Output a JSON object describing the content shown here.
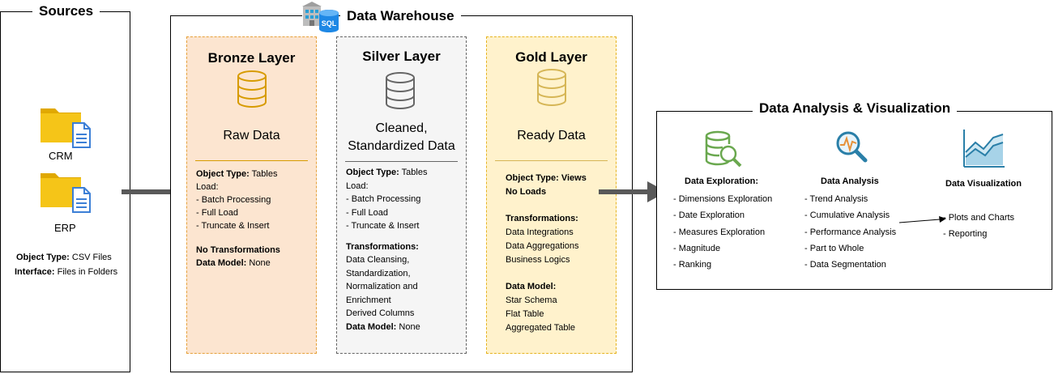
{
  "sources": {
    "title": "Sources",
    "items": [
      {
        "label": "CRM",
        "icon": "folder-document-icon"
      },
      {
        "label": "ERP",
        "icon": "folder-document-icon"
      }
    ],
    "object_type_label": "Object Type:",
    "object_type_value": "CSV Files",
    "interface_label": "Interface:",
    "interface_value": "Files in Folders"
  },
  "warehouse": {
    "title": "Data Warehouse",
    "badge": "SQL",
    "layers": [
      {
        "title": "Bronze Layer",
        "subtitle": "Raw Data",
        "object_type_label": "Object Type:",
        "object_type_value": "Tables",
        "load_label": "Load:",
        "load_items": [
          "- Batch Processing",
          "- Full Load",
          "- Truncate & Insert"
        ],
        "no_transformations": "No Transformations",
        "data_model_label": "Data Model:",
        "data_model_value": "None",
        "fill": "#fce5d0",
        "border": "#e6a23c",
        "icon_color": "#d79b00"
      },
      {
        "title": "Silver Layer",
        "subtitle_line1": "Cleaned,",
        "subtitle_line2": "Standardized Data",
        "object_type_label": "Object Type:",
        "object_type_value": "Tables",
        "load_label": "Load:",
        "load_items": [
          "- Batch Processing",
          "- Full Load",
          "- Truncate & Insert"
        ],
        "transformations_label": "Transformations:",
        "transformation_items": [
          "Data Cleansing,",
          "Standardization,",
          "Normalization and",
          "Enrichment",
          "Derived Columns"
        ],
        "data_model_label": "Data Model:",
        "data_model_value": "None",
        "fill": "#f5f5f5",
        "border": "#666666",
        "icon_color": "#666666"
      },
      {
        "title": "Gold Layer",
        "subtitle": "Ready Data",
        "object_type_label": "Object Type: Views",
        "loads": "No Loads",
        "transformations_label": "Transformations:",
        "transformation_items": [
          "Data Integrations",
          "Data Aggregations",
          "Business Logics"
        ],
        "data_model_label": "Data Model:",
        "data_model_items": [
          "Star Schema",
          "Flat Table",
          "Aggregated Table"
        ],
        "fill": "#fff2cc",
        "border": "#e6b422",
        "icon_color": "#d6b656"
      }
    ]
  },
  "analysis": {
    "title": "Data Analysis & Visualization",
    "columns": [
      {
        "title": "Data Exploration:",
        "icon": "database-search-icon",
        "items": [
          "- Dimensions Exploration",
          "- Date Exploration",
          "- Measures Exploration",
          "- Magnitude",
          "- Ranking"
        ]
      },
      {
        "title": "Data Analysis",
        "icon": "magnifier-chart-icon",
        "items": [
          "- Trend Analysis",
          "- Cumulative Analysis",
          "- Performance Analysis",
          "- Part to Whole",
          "- Data Segmentation"
        ]
      },
      {
        "title": "Data Visualization",
        "icon": "area-chart-icon",
        "items": [
          "- Plots and Charts",
          "- Reporting"
        ]
      }
    ]
  },
  "colors": {
    "arrow": "#595959",
    "folder": "#f5c518",
    "doc": "#3c7fd6",
    "green_icon": "#6aa84f",
    "chart_icon": "#2a7fa8"
  }
}
